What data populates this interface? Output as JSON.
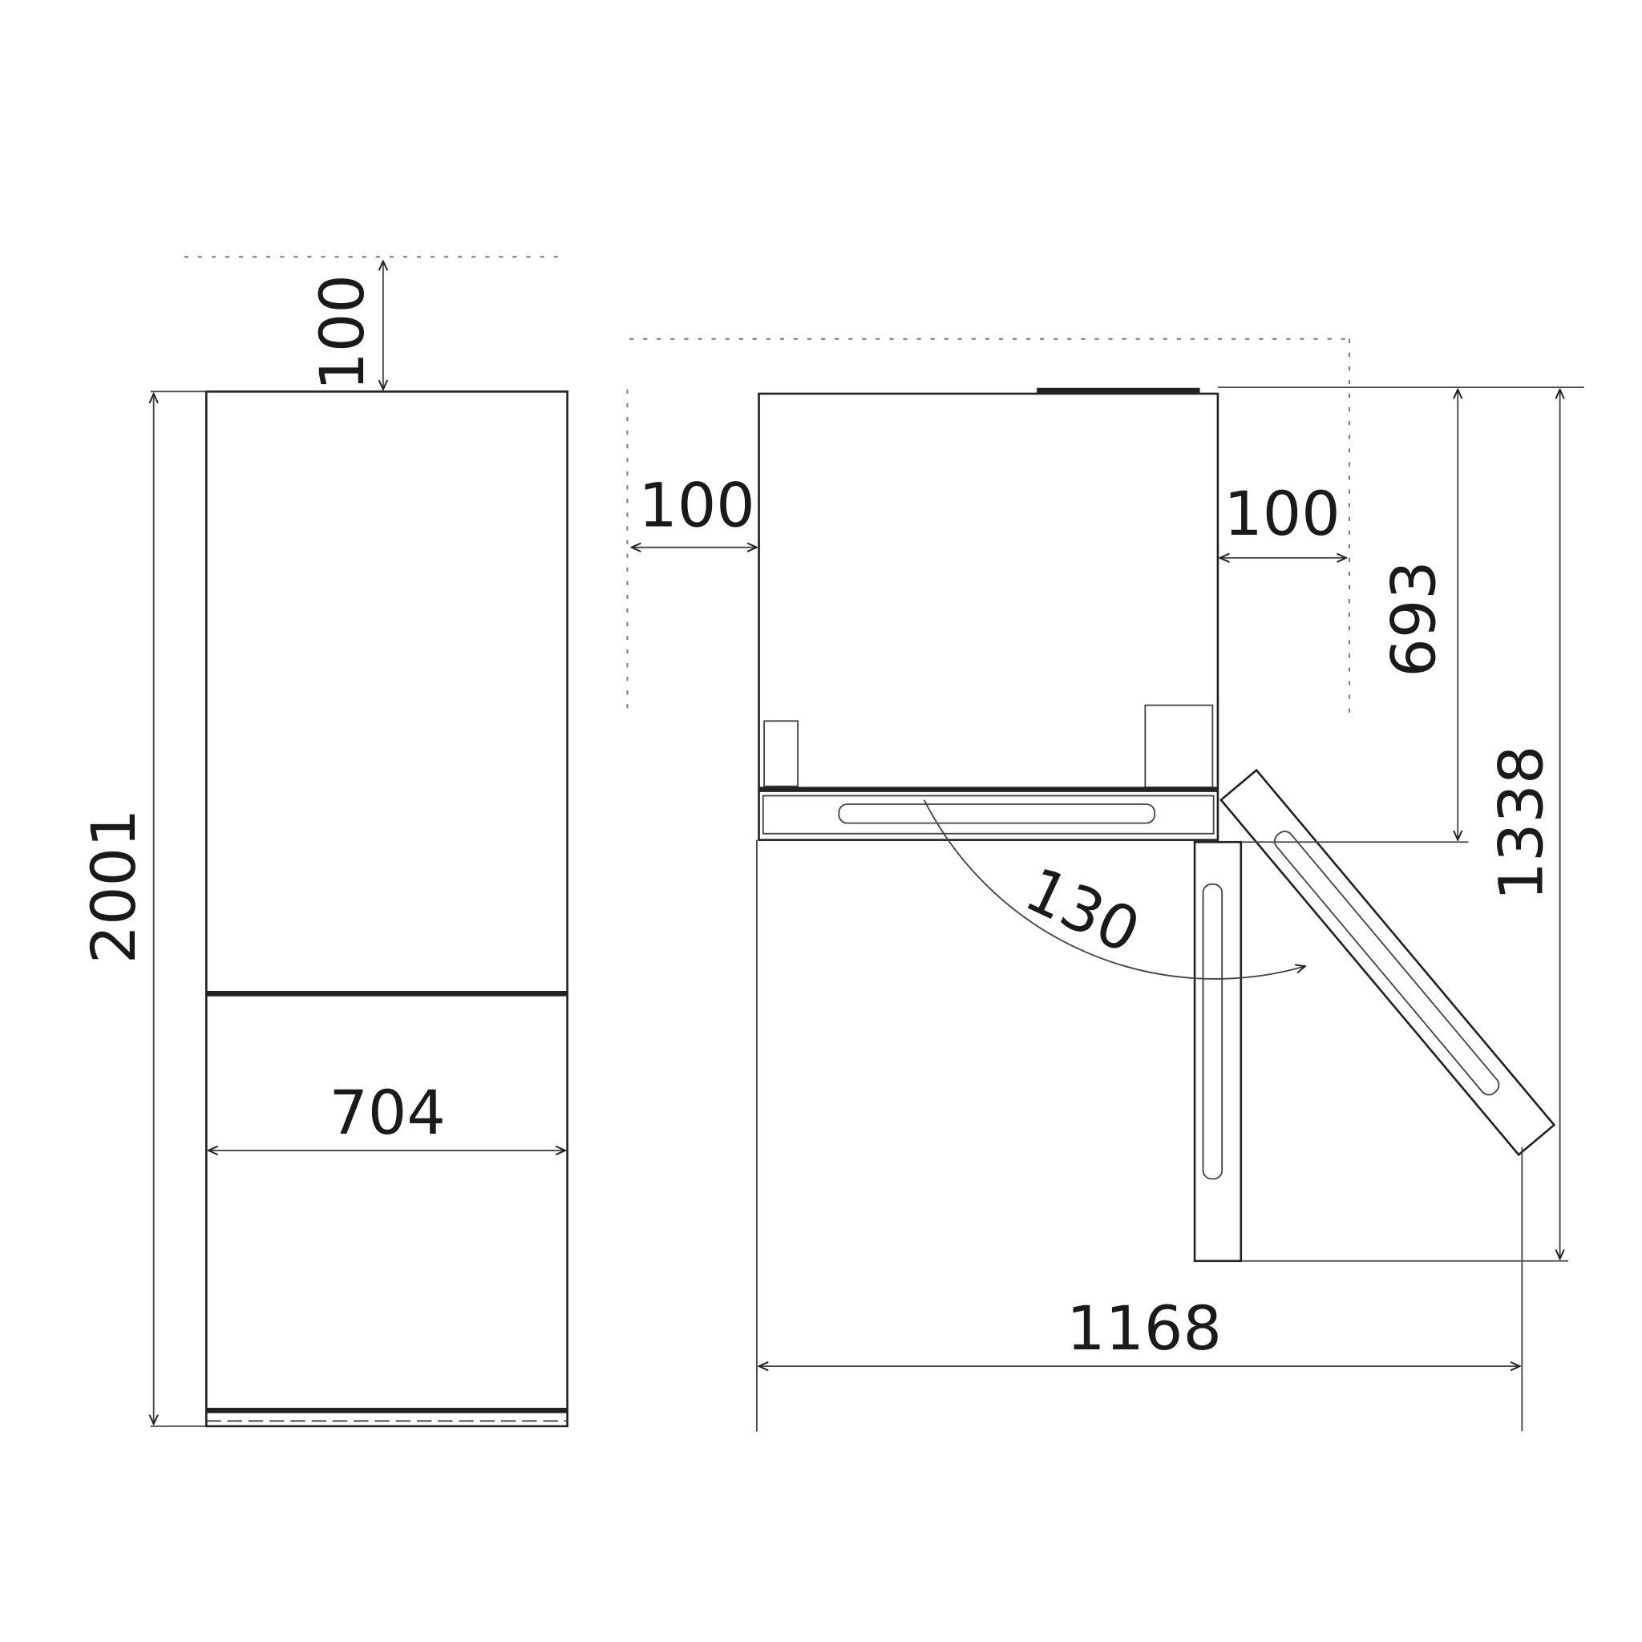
{
  "front_view": {
    "top_clearance": "100",
    "height": "2001",
    "width": "704"
  },
  "top_view": {
    "left_clearance": "100",
    "right_clearance": "100",
    "depth": "693",
    "depth_door_open": "1338",
    "door_angle": "130",
    "width_door_open": "1168"
  }
}
